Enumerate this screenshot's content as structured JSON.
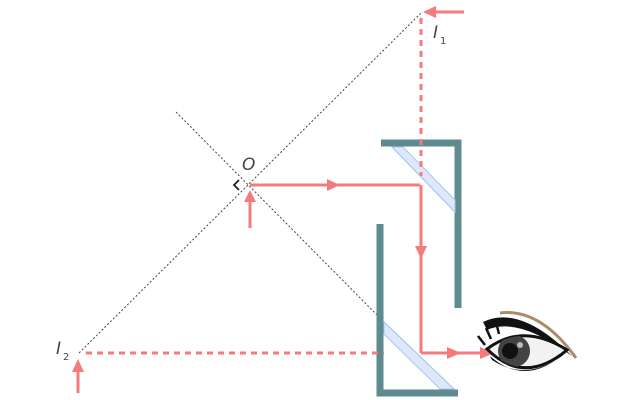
{
  "labels": {
    "origin": "O",
    "image1_main": "I",
    "image1_sub": "1",
    "image2_main": "I",
    "image2_sub": "2"
  },
  "colors": {
    "ray": "#f47b7b",
    "mirror_frame": "#5f8a8f",
    "glass_fill": "#dde9fb",
    "glass_edge": "#a9c6ea",
    "construction_line": "#444444",
    "text": "#444444"
  },
  "icons": [
    "eye-icon",
    "right-angle-mark"
  ]
}
